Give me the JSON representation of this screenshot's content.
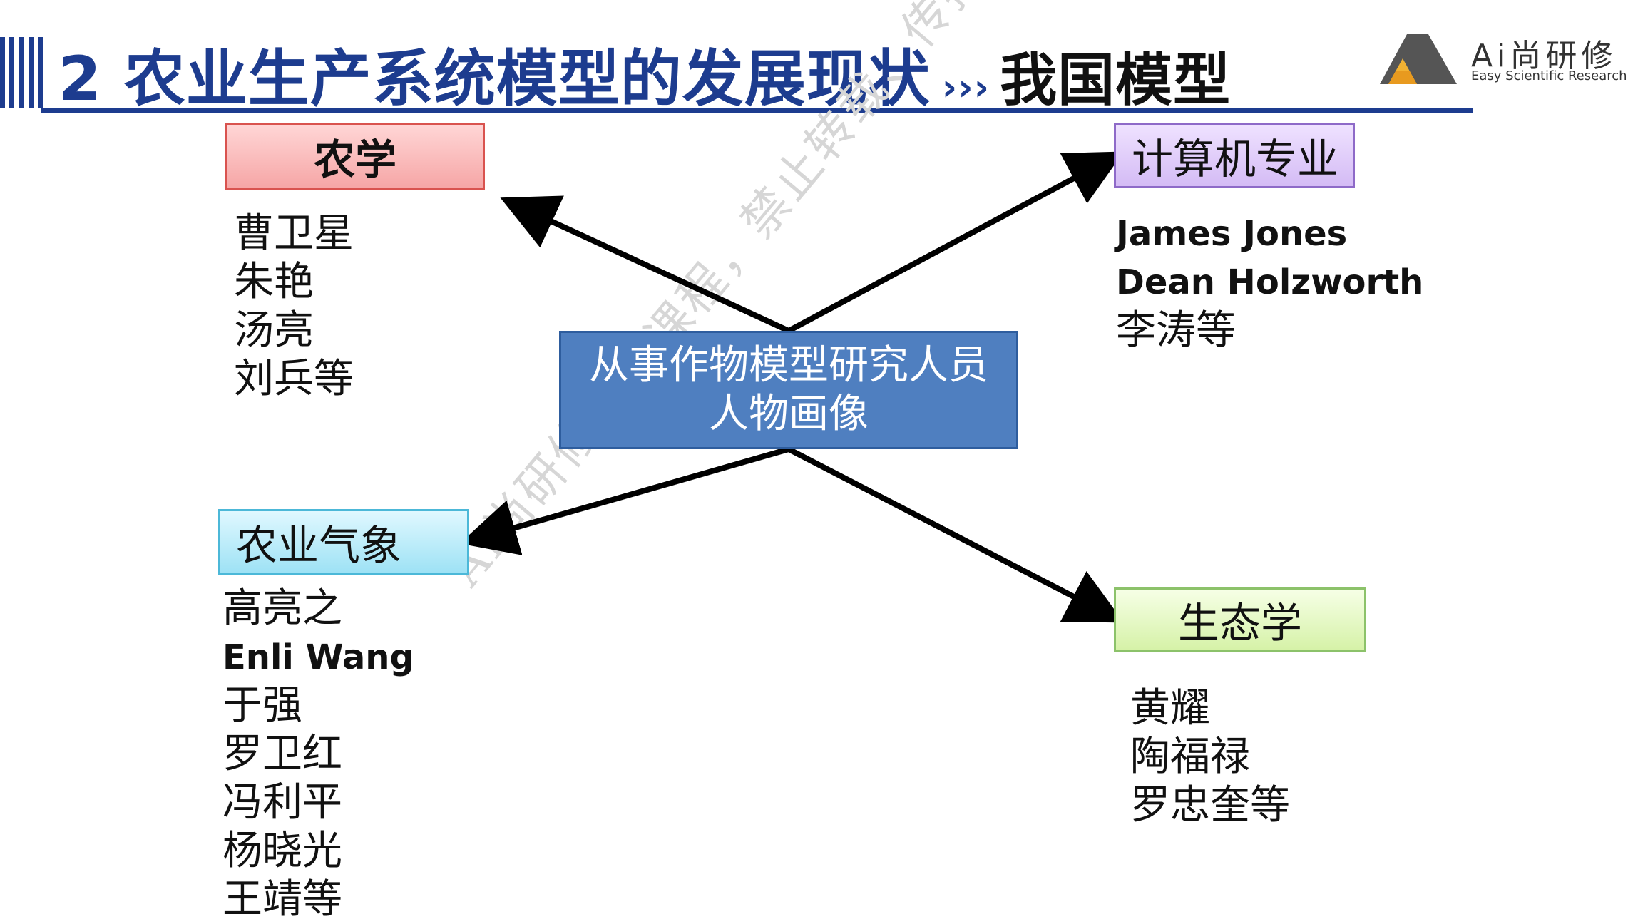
{
  "header": {
    "title": "2 农业生产系统模型的发展现状",
    "chevron": "›››",
    "subtitle": "我国模型"
  },
  "logo": {
    "brand": "Ai尚研修",
    "tagline": "Easy Scientific Research"
  },
  "center": {
    "line1": "从事作物模型研究人员",
    "line2": "人物画像"
  },
  "categories": {
    "agronomy": {
      "label": "农学",
      "people": [
        "曹卫星",
        "朱艳",
        "汤亮",
        "刘兵等"
      ]
    },
    "computer_science": {
      "label": "计算机专业",
      "people": [
        "James Jones",
        "Dean Holzworth",
        "李涛等"
      ]
    },
    "agro_meteorology": {
      "label": "农业气象",
      "people": [
        "高亮之",
        "Enli Wang",
        "于强",
        "罗卫红",
        "冯利平",
        "杨晓光",
        "王靖等"
      ]
    },
    "ecology": {
      "label": "生态学",
      "people": [
        "黄耀",
        "陶福禄",
        "罗忠奎等"
      ]
    }
  },
  "watermark": "Ai尚研修版权课程，禁止转载、传播",
  "colors": {
    "title_blue": "#1d3c8f",
    "center_fill": "#4f7fc0",
    "arrow": "#000000"
  }
}
